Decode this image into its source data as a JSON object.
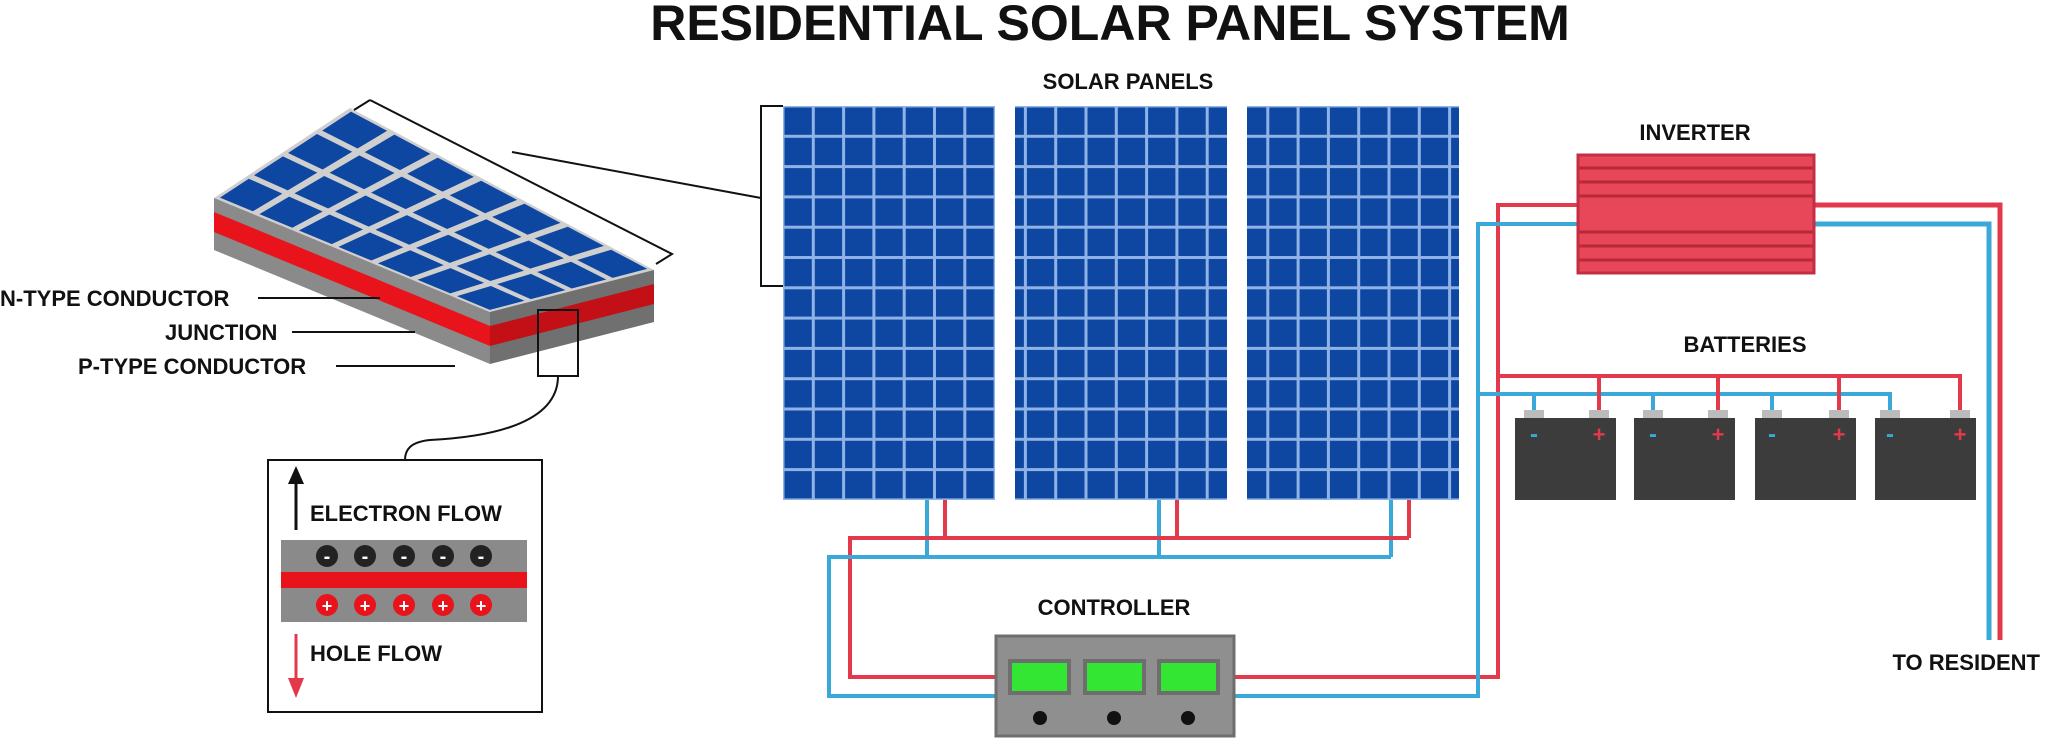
{
  "title": "RESIDENTIAL SOLAR PANEL SYSTEM",
  "labels": {
    "solar_panels": "SOLAR PANELS",
    "inverter": "INVERTER",
    "batteries": "BATTERIES",
    "controller": "CONTROLLER",
    "to_resident": "TO RESIDENT",
    "n_type": "N-TYPE CONDUCTOR",
    "junction": "JUNCTION",
    "p_type": "P-TYPE CONDUCTOR",
    "electron_flow": "ELECTRON FLOW",
    "hole_flow": "HOLE FLOW"
  },
  "signs": {
    "negative": "-",
    "positive": "+"
  },
  "colors": {
    "panel_blue": "#0d47a1",
    "panel_grid": "#8fb3e6",
    "wire_red": "#e23a4a",
    "wire_blue": "#3aa8d8",
    "inverter_red": "#e8475a",
    "battery_dark": "#3c3c3c",
    "controller_gray": "#8f8f8f",
    "display_green": "#33e633",
    "layer_red": "#e8131b",
    "layer_gray": "#8a8a8a"
  }
}
